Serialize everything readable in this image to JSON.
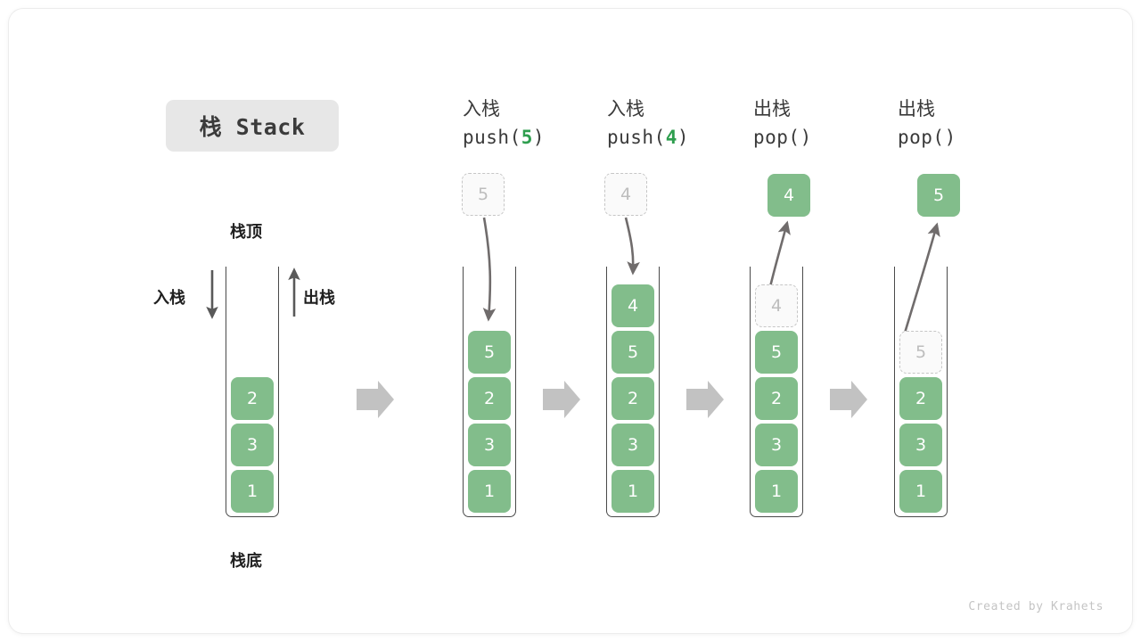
{
  "title": {
    "text": "栈 Stack"
  },
  "labels": {
    "top": "栈顶",
    "bottom": "栈底",
    "push_side": "入栈",
    "pop_side": "出栈"
  },
  "colors": {
    "cell_green": "#82bd8b",
    "code_number_green": "#2e9e4e",
    "tube_stroke": "#4a4a4a",
    "ghost_border": "#c6c6c6",
    "ghost_text": "#bdbdbd",
    "arrow_gray": "#706c6c",
    "step_arrow_gray": "#c2c2c2",
    "title_chip_bg": "#e7e7e7"
  },
  "steps": [
    {
      "id": "initial",
      "op_cn": "",
      "op_code": "",
      "op_code_num": "",
      "cells": [
        "2",
        "3",
        "1"
      ],
      "floating": null,
      "ghost_top": null
    },
    {
      "id": "push-5",
      "op_cn": "入栈",
      "op_code_prefix": "push(",
      "op_code_num": "5",
      "op_code_suffix": ")",
      "cells": [
        "5",
        "2",
        "3",
        "1"
      ],
      "incoming_ghost": "5"
    },
    {
      "id": "push-4",
      "op_cn": "入栈",
      "op_code_prefix": "push(",
      "op_code_num": "4",
      "op_code_suffix": ")",
      "cells": [
        "4",
        "5",
        "2",
        "3",
        "1"
      ],
      "incoming_ghost": "4"
    },
    {
      "id": "pop-1",
      "op_cn": "出栈",
      "op_code_prefix": "pop(",
      "op_code_num": "",
      "op_code_suffix": ")",
      "cells": [
        "5",
        "2",
        "3",
        "1"
      ],
      "ghost_top": "4",
      "popped": "4"
    },
    {
      "id": "pop-2",
      "op_cn": "出栈",
      "op_code_prefix": "pop(",
      "op_code_num": "",
      "op_code_suffix": ")",
      "cells": [
        "2",
        "3",
        "1"
      ],
      "ghost_top": "5",
      "popped": "5"
    }
  ],
  "credit": "Created by Krahets"
}
